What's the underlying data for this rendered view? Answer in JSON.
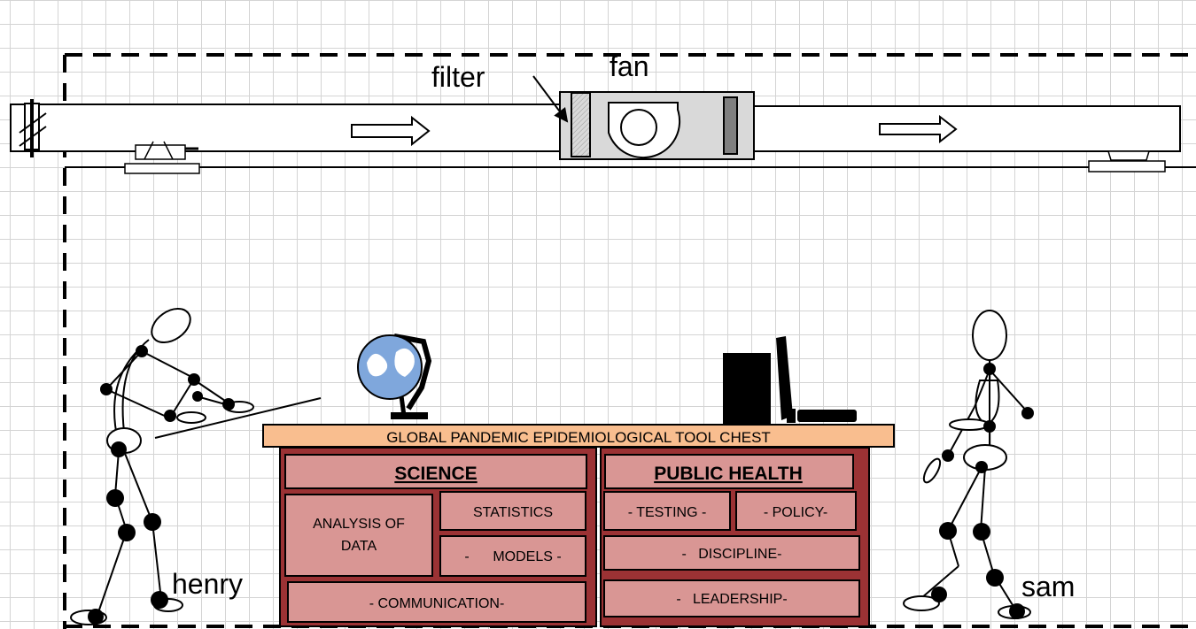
{
  "labels": {
    "filter": "filter",
    "fan": "fan",
    "henry": "henry",
    "sam": "sam"
  },
  "chest": {
    "title": "GLOBAL PANDEMIC EPIDEMIOLOGICAL TOOL CHEST",
    "science": {
      "heading": "SCIENCE",
      "analysis_line1": "ANALYSIS OF",
      "analysis_line2": "DATA",
      "statistics": "STATISTICS",
      "models": "-      MODELS -",
      "communication": "- COMMUNICATION-"
    },
    "public_health": {
      "heading": "PUBLIC HEALTH",
      "testing": "- TESTING -",
      "policy": "- POLICY-",
      "discipline": "-   DISCIPLINE-",
      "leadership": "-   LEADERSHIP-"
    }
  },
  "colors": {
    "grid": "#d4d4d4",
    "chest_frame": "#9b3234",
    "chest_panel": "#d99694",
    "top_board": "#f9be8f",
    "fan_box": "#d9d9d9",
    "globe": "#7fa7dc"
  },
  "icons": [
    "duct-damper-icon",
    "air-flow-arrow-icon",
    "filter-icon",
    "fan-blower-icon",
    "globe-icon",
    "computer-tower-icon",
    "monitor-icon",
    "keyboard-icon",
    "stick-figure-icon"
  ]
}
